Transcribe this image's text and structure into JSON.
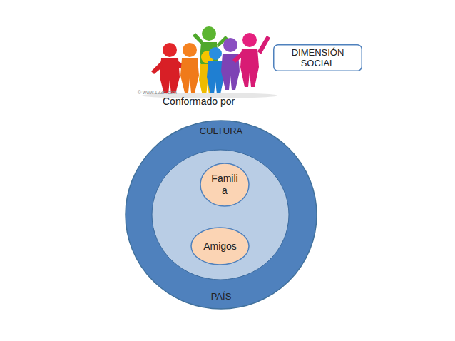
{
  "diagram": {
    "nodes": [
      {
        "text": [
          "DIMENSIÓN SOCIAL"
        ]
      },
      {
        "text": [
          "CULTURA",
          "PAÍS"
        ]
      },
      {
        "text": [
          "Famili a"
        ],
        "in": 1
      },
      {
        "text": [
          "Amigos"
        ],
        "in": 1
      }
    ],
    "labels": [
      "© www.123rf.com",
      "Conformado por"
    ]
  }
}
